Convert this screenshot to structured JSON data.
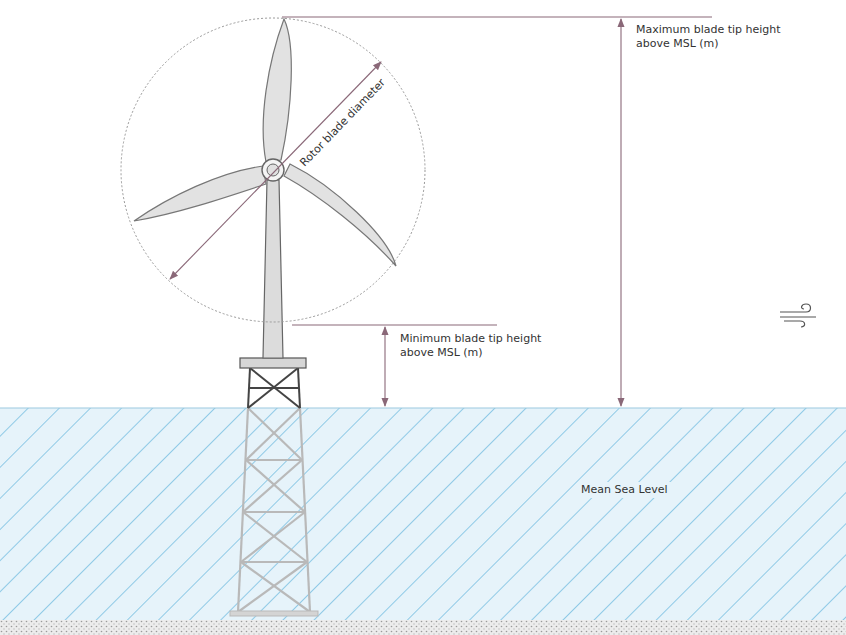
{
  "diagram": {
    "labels": [
      "Rotor blade diameter",
      "Maximum blade tip height above MSL (m)",
      "Minimum blade tip height above MSL (m)",
      "Mean Sea Level"
    ]
  }
}
